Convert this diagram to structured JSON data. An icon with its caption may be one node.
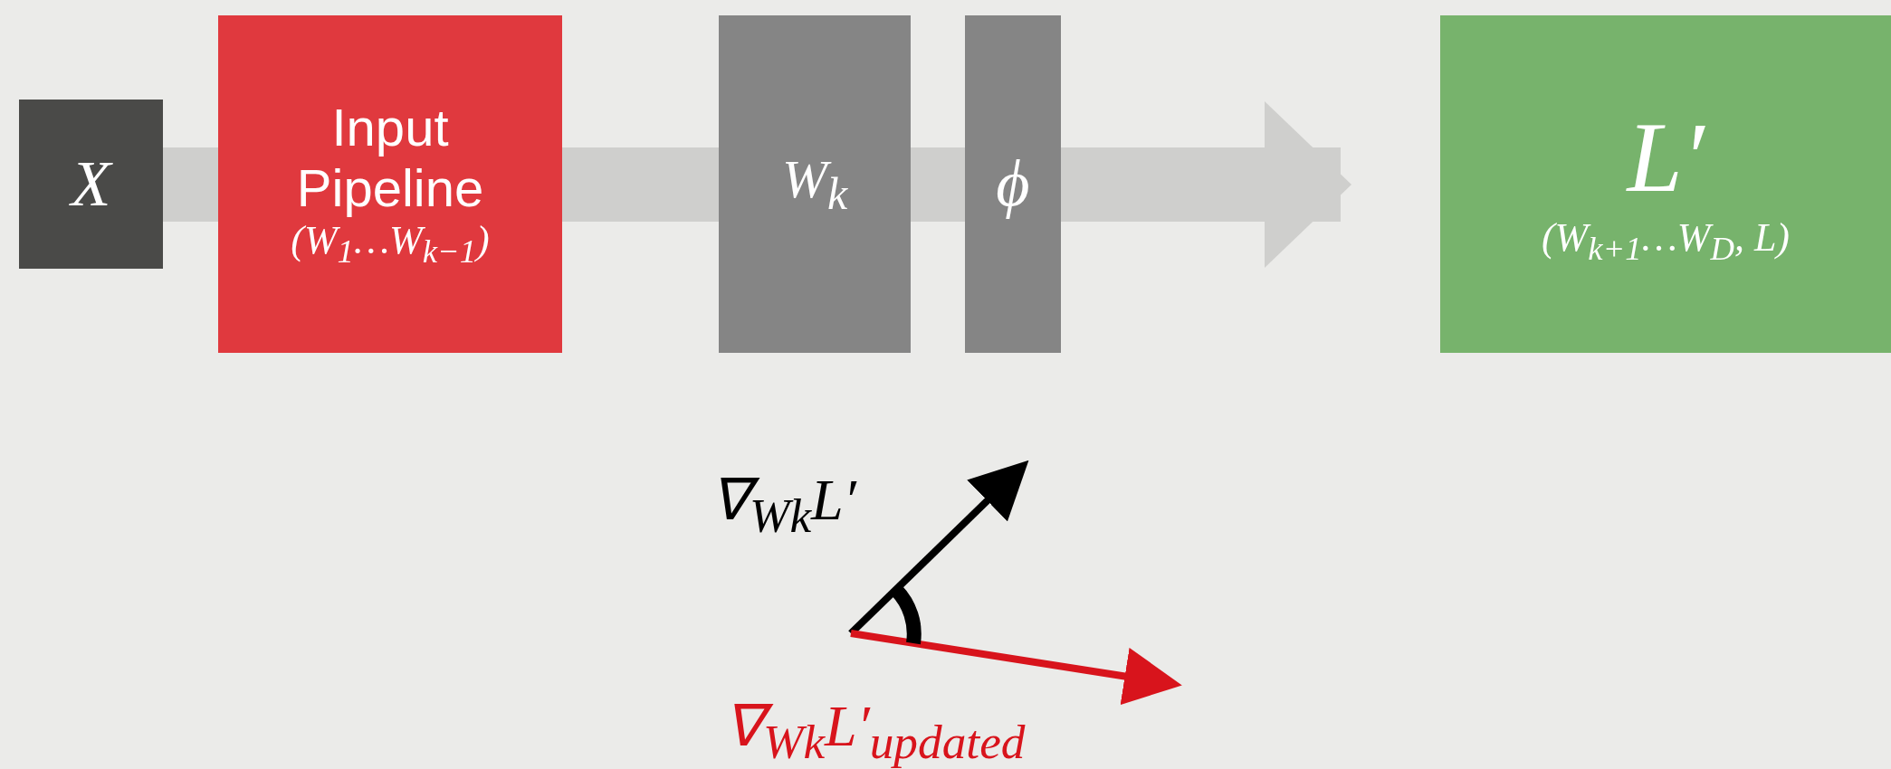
{
  "diagram": {
    "nodes": [
      {
        "text": [
          "X"
        ]
      },
      {
        "text": [
          "Input Pipeline",
          "(W$_{1}$…W$_{k−1}$)"
        ]
      },
      {
        "text": [
          "W$_{k}$"
        ]
      },
      {
        "text": [
          "ϕ"
        ]
      },
      {
        "text": [
          "L′",
          "(W$_{k+1}$…W$_{D}$, L)"
        ]
      }
    ],
    "edges": [
      {
        "from": 0,
        "to": 1,
        "arrow": "none"
      },
      {
        "from": 1,
        "to": 2,
        "arrow": "none"
      },
      {
        "from": 2,
        "to": 3,
        "arrow": "none"
      },
      {
        "from": 3,
        "to": 4,
        "arrow": "to"
      }
    ],
    "labels": [
      "∇$_{Wk}$L′",
      "∇$_{Wk}$L′$_{updated}$"
    ]
  }
}
